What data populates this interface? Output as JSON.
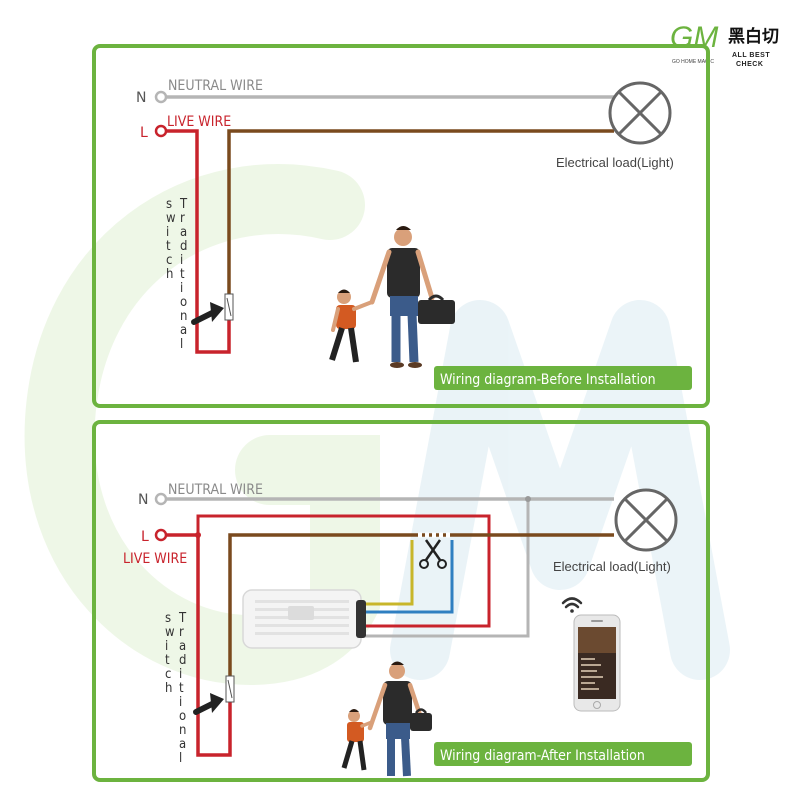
{
  "brand": {
    "logo_text": "GM",
    "tagline": "GO HOME MAGIC",
    "cn_name": "黑白切",
    "en_line1": "ALL BEST",
    "en_line2": "CHECK",
    "color": "#6cb33f"
  },
  "colors": {
    "panel_border": "#6cb33f",
    "neutral": "#b5b5b5",
    "live": "#c8232c",
    "load": "#7a4a1e",
    "yellow": "#c8b62a",
    "blue": "#2f7fc1",
    "banner": "#6cb33f"
  },
  "before": {
    "n_letter": "N",
    "l_letter": "L",
    "neutral_label": "NEUTRAL WIRE",
    "live_label": "LIVE WIRE",
    "load_label": "Electrical load(Light)",
    "switch_col1": "Traditional",
    "switch_col2": "switch",
    "banner": "Wiring diagram-Before Installation"
  },
  "after": {
    "n_letter": "N",
    "l_letter": "L",
    "neutral_label": "NEUTRAL WIRE",
    "live_label": "LIVE WIRE",
    "load_label": "Electrical load(Light)",
    "switch_col1": "Traditional",
    "switch_col2": "switch",
    "banner": "Wiring diagram-After Installation"
  },
  "icons": {
    "lamp": "lamp-icon",
    "switch": "switch-icon",
    "pointer": "arrow-pointer-icon",
    "scissors": "scissors-icon",
    "wifi": "wifi-icon",
    "phone": "smartphone-icon",
    "module": "smart-module-icon"
  }
}
